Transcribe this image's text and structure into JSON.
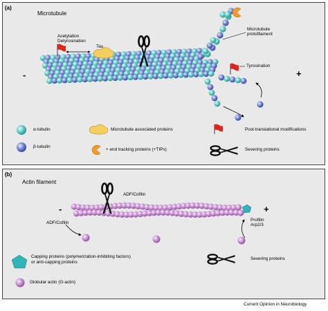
{
  "panel_a": {
    "label": "(a)",
    "title": "Microtubule",
    "minus": "-",
    "plus": "+",
    "acetylation": "Acetylation",
    "detyrosination": "Detyrosination",
    "tau": "Tau",
    "protofilament_1": "Microtubule",
    "protofilament_2": "protofilament",
    "tyrosination": "Tyrosination",
    "legend": {
      "alpha_tubulin": "α-tubulin",
      "beta_tubulin": "β-tubulin",
      "map": "Microtubule associated proteins",
      "tips": "+ end tracking proteins (+TIPs)",
      "ptm": "Post-translational modifications",
      "severing": "Severing proteins"
    }
  },
  "panel_b": {
    "label": "(b)",
    "title": "Actin filament",
    "minus": "-",
    "plus": "+",
    "adf_top": "ADF/Cofilin",
    "adf_left": "ADF/Cofilin",
    "profilin": "Profilin",
    "arp": "Arp2/3",
    "legend": {
      "capping_1": "Capping proteins (polymerization-inhibiting factors)",
      "capping_2": "or anti-capping proteins",
      "severing": "Severing proteins",
      "globular": "Globular actin (G-actin)"
    }
  },
  "footer": "Current Opinion in Neurobiology",
  "colors": {
    "alpha": "#5cc7c1",
    "beta": "#6b7fd0",
    "actin": "#c58bd0",
    "map": "#f5cf5e",
    "tip": "#f39a2b",
    "flag": "#e0251d",
    "cap": "#33b3b5",
    "panel": "#e9e9e9"
  }
}
